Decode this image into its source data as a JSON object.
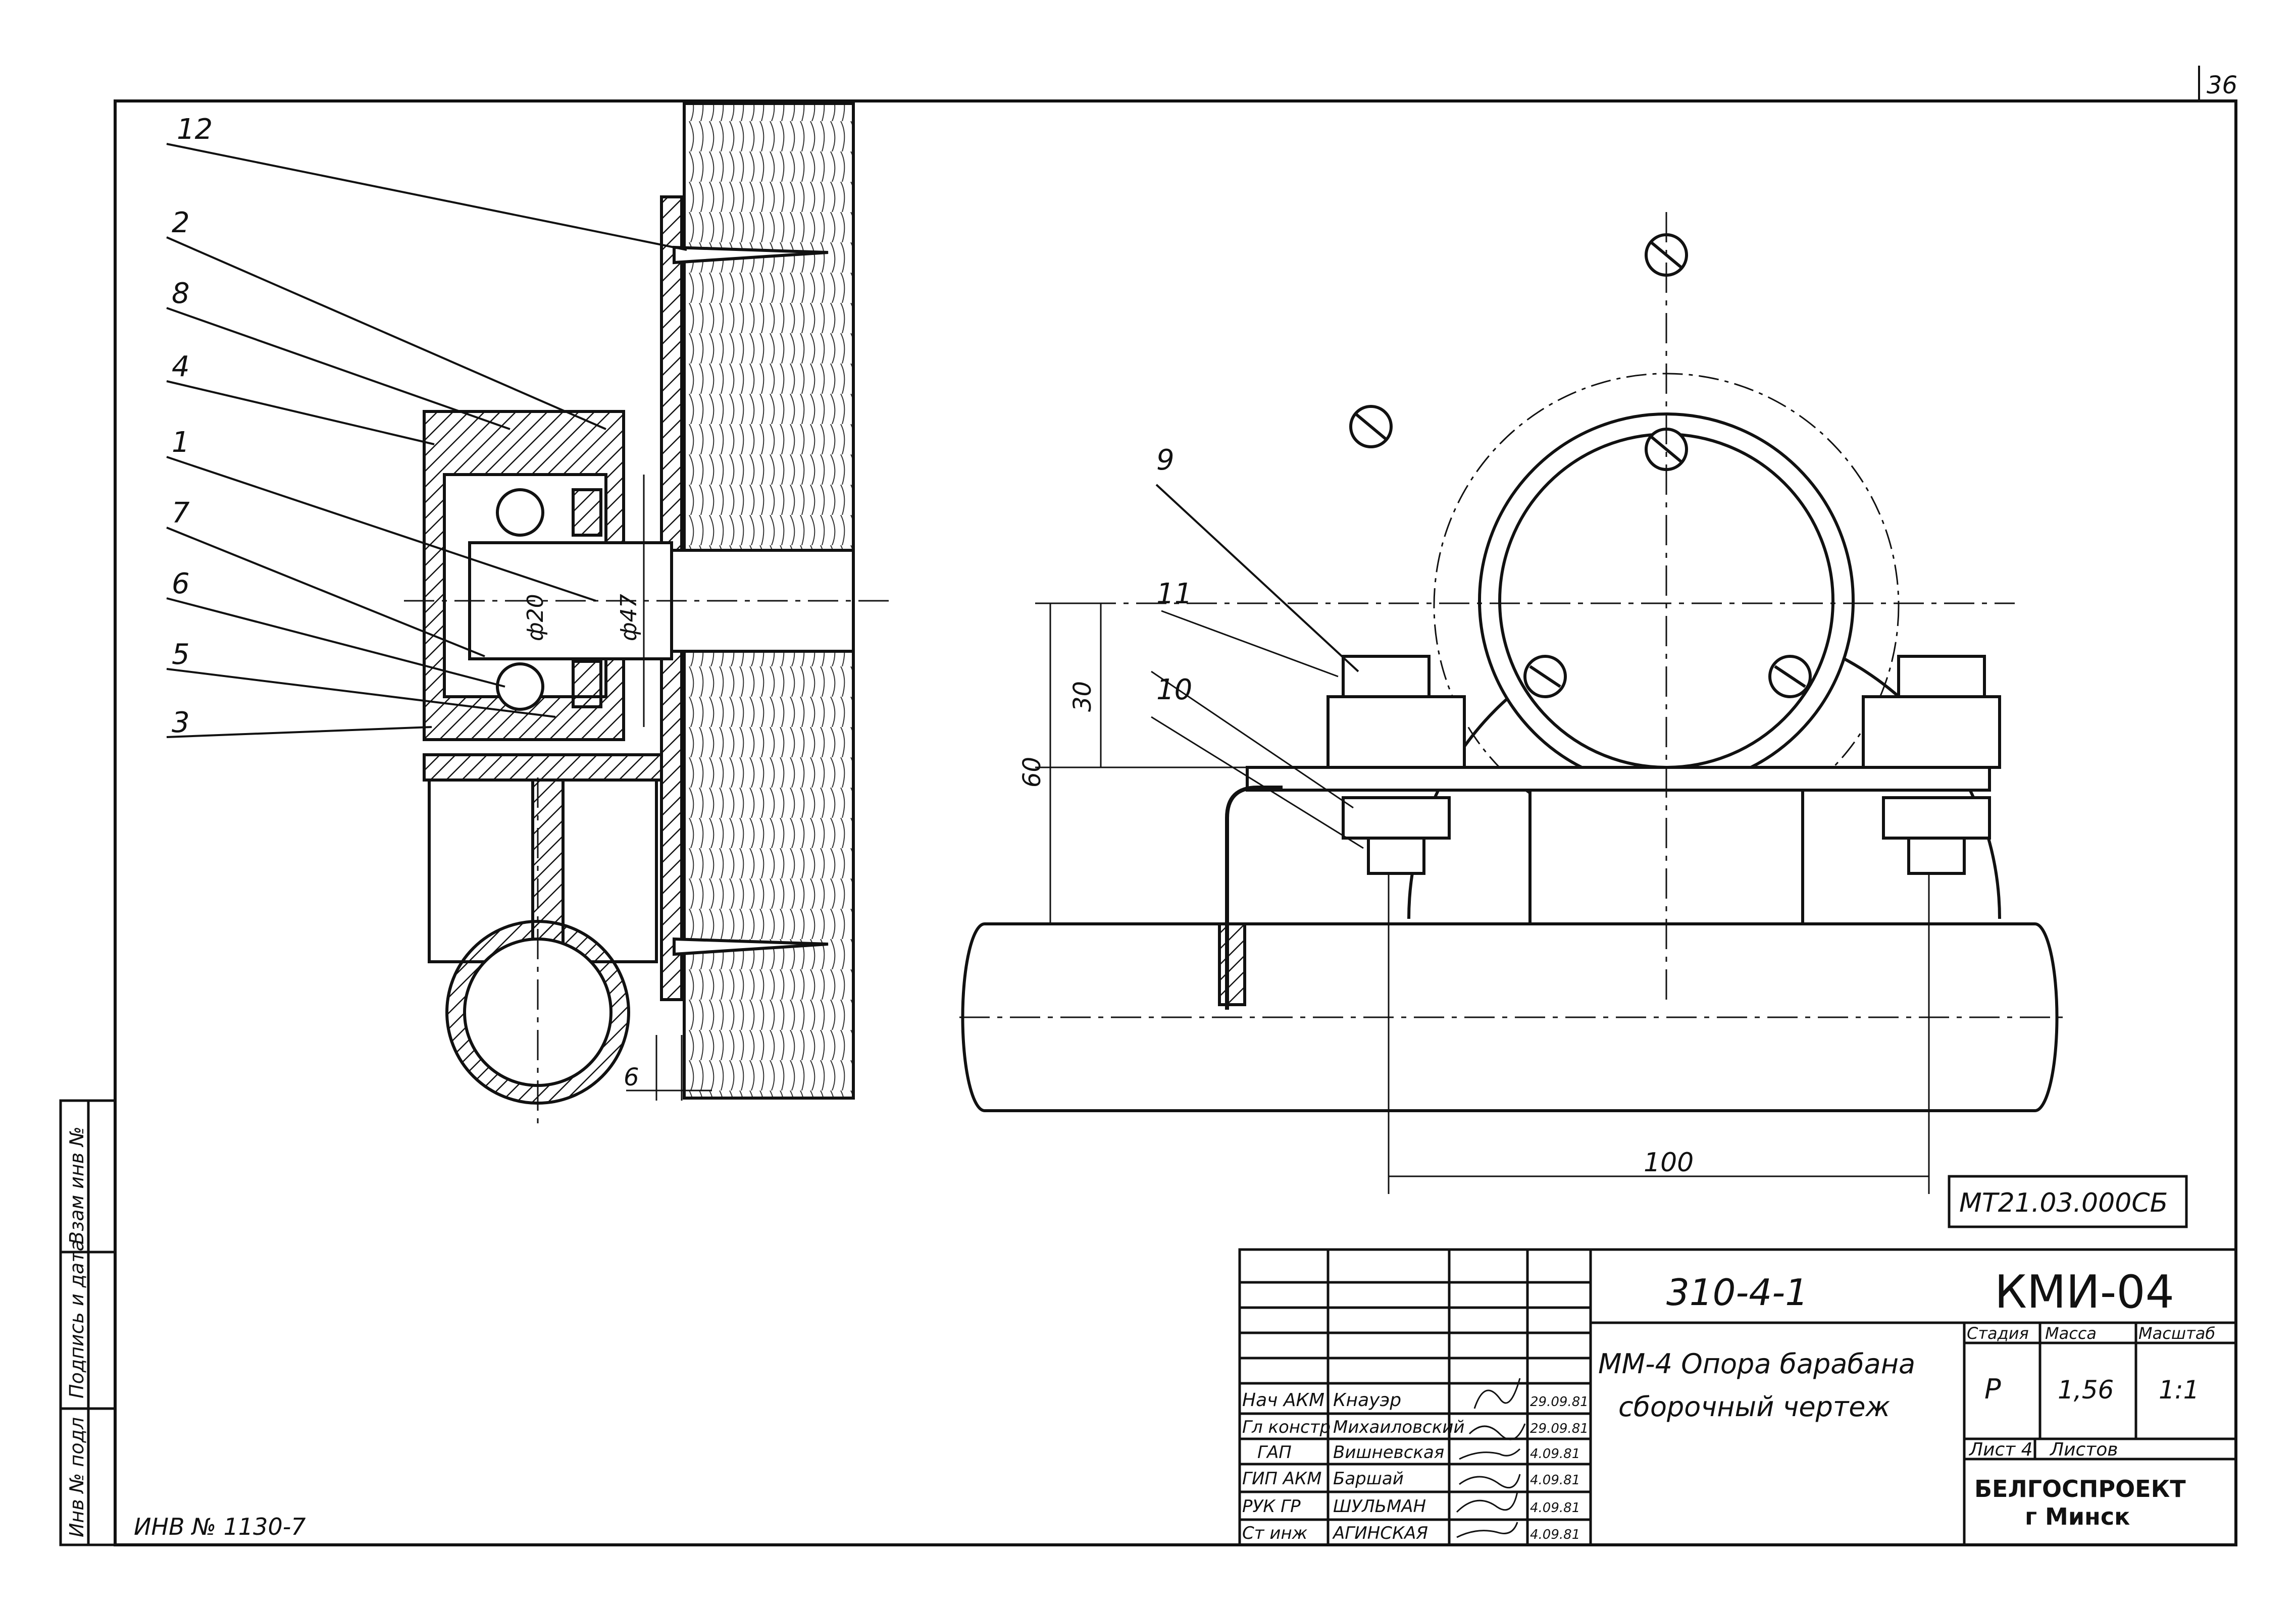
{
  "sheet_number": "36",
  "balloons": [
    "12",
    "2",
    "8",
    "4",
    "1",
    "7",
    "6",
    "5",
    "3",
    "9",
    "11",
    "10"
  ],
  "dims": {
    "d20": "ф20",
    "d47": "ф47",
    "d30": "30",
    "d60": "60",
    "d6": "6",
    "d100": "100"
  },
  "drawing_code": "МТ21.03.000СБ",
  "inv_note": "ИНВ № 1130-7",
  "left_strip": [
    "Инв № подл",
    "Подпись и дата",
    "Взам инв №"
  ],
  "title_block": {
    "series": "310-4-1",
    "code": "КМИ-04",
    "title_line1": "ММ-4  Опора барабана",
    "title_line2": "сборочный  чертеж",
    "stage_label": "Стадия",
    "mass_label": "Масса",
    "scale_label": "Масштаб",
    "stage": "Р",
    "mass": "1,56",
    "scale": "1:1",
    "sheet_label": "Лист 4",
    "sheets_label": "Листов",
    "org_line1": "БЕЛГОСПРОЕКТ",
    "org_line2": "г Минск",
    "staff": [
      {
        "role": "Нач АКМ",
        "name": "Кнауэр",
        "date": "29.09.81"
      },
      {
        "role": "Гл констр",
        "name": "Михаиловский",
        "date": "29.09.81"
      },
      {
        "role": "ГАП",
        "name": "Вишневская",
        "date": "4.09.81"
      },
      {
        "role": "ГИП АКМ",
        "name": "Баршай",
        "date": "4.09.81"
      },
      {
        "role": "РУК ГР",
        "name": "ШУЛЬМАН",
        "date": "4.09.81"
      },
      {
        "role": "Ст инж",
        "name": "АГИНСКАЯ",
        "date": "4.09.81"
      }
    ]
  }
}
